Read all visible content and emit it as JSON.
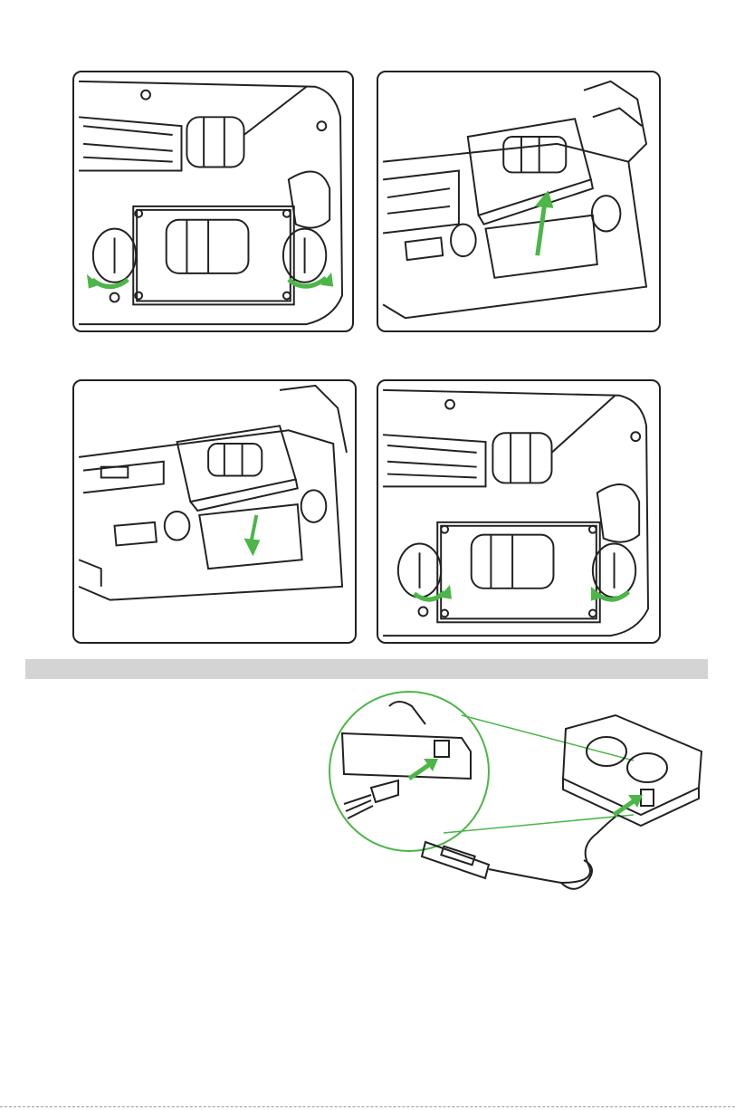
{
  "colors": {
    "accent": "#4cb648",
    "stroke": "#222222",
    "bar": "#d4d4d4"
  },
  "panels": [
    {
      "id": "step-1",
      "action": "rotate-knobs-to-unlock"
    },
    {
      "id": "step-2",
      "action": "lift-battery-up"
    },
    {
      "id": "step-3",
      "action": "insert-battery-down"
    },
    {
      "id": "step-4",
      "action": "rotate-knobs-to-lock"
    }
  ],
  "charging": {
    "icon": "usb-cable-icon",
    "connector": "battery-connector-icon"
  }
}
